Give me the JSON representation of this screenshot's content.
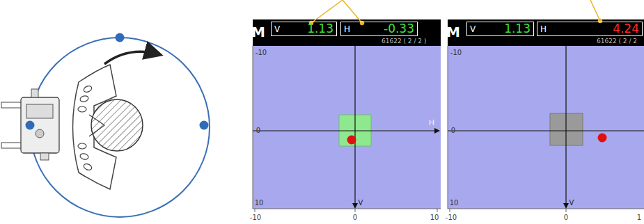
{
  "diagram": {
    "nodes": [
      {
        "text": [
          "V",
          "1.13"
        ]
      },
      {
        "text": [
          "H",
          "-0.33"
        ]
      },
      {
        "text": [
          "V",
          "1.13"
        ]
      },
      {
        "text": [
          "H",
          "4.24"
        ]
      }
    ],
    "labels": [
      "M",
      "61622 ( 2 / 2 )",
      "-10",
      "0",
      "10",
      "H",
      "V",
      "-10",
      "0",
      "10",
      "M",
      "61622 ( 2 / 2",
      "-10",
      "0",
      "10",
      "V",
      "-10",
      "0",
      "1"
    ]
  }
}
